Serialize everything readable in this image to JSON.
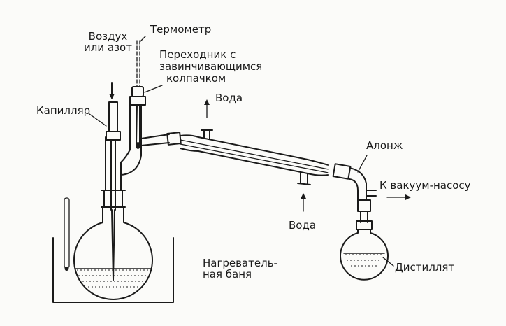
{
  "labels": {
    "air_nitrogen_line1": "Воздух",
    "air_nitrogen_line2": "или азот",
    "thermometer": "Термометр",
    "adapter_line1": "Переходник с",
    "adapter_line2": "завинчивающимся",
    "adapter_line3": "колпачком",
    "capillary": "Капилляр",
    "water_out": "Вода",
    "water_in": "Вода",
    "allihn_adapter": "Алонж",
    "to_vacuum_pump": "К вакуум-насосу",
    "heating_bath_line1": "Нагреватель-",
    "heating_bath_line2": "ная баня",
    "distillate": "Дистиллят"
  }
}
